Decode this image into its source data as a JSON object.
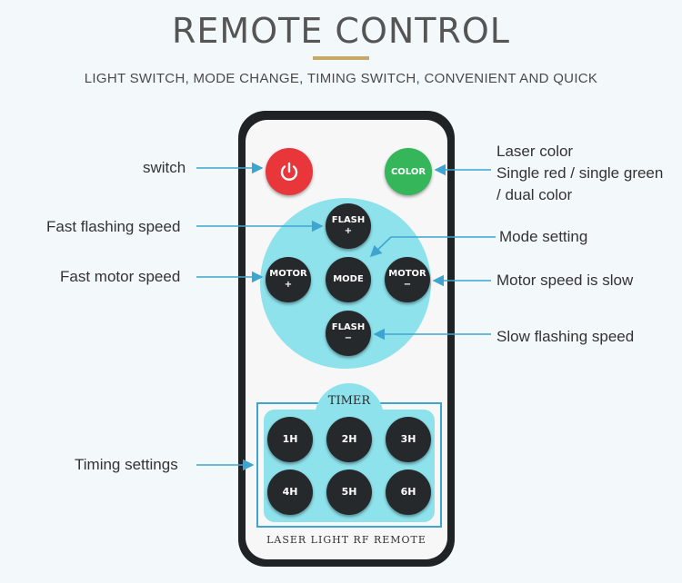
{
  "header": {
    "title": "REMOTE CONTROL",
    "subtitle": "LIGHT SWITCH, MODE CHANGE, TIMING SWITCH, CONVENIENT AND QUICK"
  },
  "remote": {
    "power_icon": "power-icon",
    "color_button": "COLOR",
    "flash_plus": {
      "top": "FLASH",
      "bottom": "+"
    },
    "flash_minus": {
      "top": "FLASH",
      "bottom": "−"
    },
    "motor_plus": {
      "top": "MOTOR",
      "bottom": "+"
    },
    "motor_minus": {
      "top": "MOTOR",
      "bottom": "−"
    },
    "mode_button": "MODE",
    "timer_label": "TIMER",
    "timer_buttons": [
      "1H",
      "2H",
      "3H",
      "4H",
      "5H",
      "6H"
    ],
    "footer": "LASER LIGHT RF REMOTE",
    "colors": {
      "power": "#e8363b",
      "color_btn": "#35b65a",
      "pad": "#8ee2ec",
      "arrow": "#3ea5d1"
    }
  },
  "labels": {
    "switch": "switch",
    "fast_flashing": "Fast flashing speed",
    "fast_motor": "Fast motor speed",
    "timing": "Timing settings",
    "laser_color_1": "Laser color",
    "laser_color_2": "Single red / single green",
    "laser_color_3": "/ dual color",
    "mode_setting": "Mode setting",
    "motor_slow": "Motor speed is slow",
    "slow_flashing": "Slow flashing speed"
  }
}
